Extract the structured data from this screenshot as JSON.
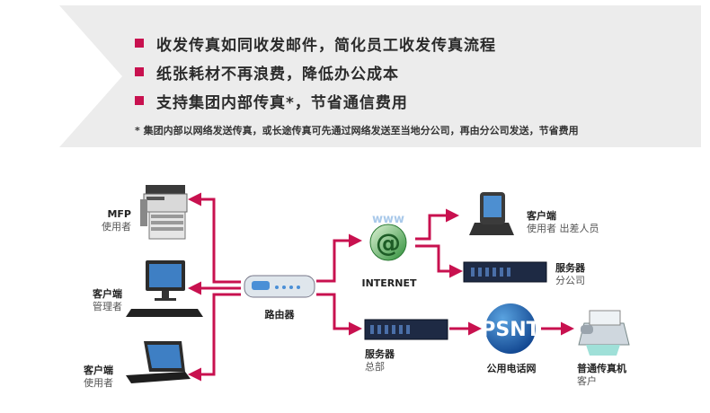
{
  "colors": {
    "accent": "#c8114f",
    "banner_bg": "#ececec",
    "arrow_bg": "#ffffff"
  },
  "bullets": [
    {
      "text": "收发传真如同收发邮件，简化员工收发传真流程"
    },
    {
      "text": "纸张耗材不再浪费，降低办公成本"
    },
    {
      "text": "支持集团内部传真*，节省通信费用"
    }
  ],
  "note": "* 集团内部以网络发送传真，或长途传真可先通过网络发送至当地分公司，再由分公司发送，节省费用",
  "nodes": {
    "mfp": {
      "title": "MFP",
      "sub": "使用者"
    },
    "client_admin": {
      "title": "客户端",
      "sub": "管理者"
    },
    "client_user": {
      "title": "客户端",
      "sub": "使用者"
    },
    "router": {
      "title": "路由器"
    },
    "internet": {
      "title": "INTERNET",
      "logo": "www"
    },
    "server_hq": {
      "title": "服务器",
      "sub": "总部"
    },
    "psnt": {
      "title": "公用电话网",
      "logo": "PSNT"
    },
    "fax_customer": {
      "title": "普通传真机",
      "sub": "客户"
    },
    "client_mobile": {
      "title": "客户端",
      "sub": "使用者  出差人员"
    },
    "server_branch": {
      "title": "服务器",
      "sub": "分公司"
    }
  }
}
